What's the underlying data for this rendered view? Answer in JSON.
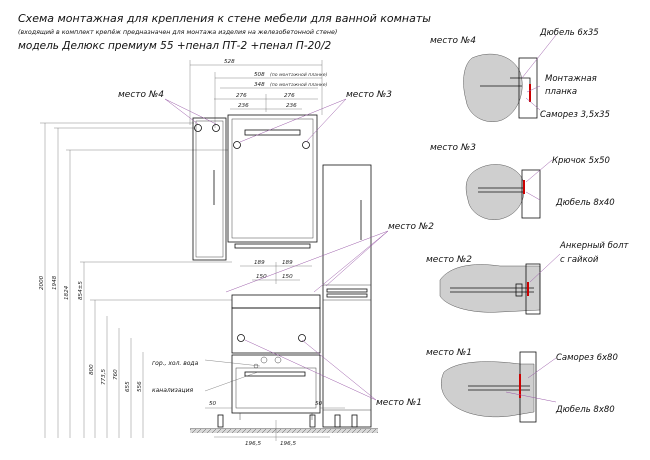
{
  "title": {
    "line1": "Схема монтажная для крепления к стене мебели для ванной комнаты",
    "line2": "(входящий в комплект крепёж предназначен для монтажа изделия на железобетонной стене)",
    "model": "модель Делюкс премиум 55 +пенал ПТ-2 +пенал П-20/2"
  },
  "dims": {
    "top": {
      "d528": "528",
      "d508": "508",
      "d508_note": "(по монтажной планке)",
      "d348": "348",
      "d348_note": "(по монтажной планке)",
      "d276a": "276",
      "d276b": "276",
      "d236a": "236",
      "d236b": "236"
    },
    "vertical": {
      "d2000": "2000",
      "d1948": "1948",
      "d1824": "1824",
      "d854": "854±5",
      "d800": "800",
      "d7735": "773,5",
      "d760": "760",
      "d655": "655",
      "d556": "556"
    },
    "middle": {
      "d189a": "189",
      "d189b": "189",
      "d150a": "150",
      "d150b": "150",
      "d50a": "50",
      "d50b": "50",
      "d1965a": "196,5",
      "d1965b": "196,5"
    }
  },
  "labels": {
    "cold_water": "гор., хол. вода",
    "sewer": "канализация"
  },
  "places": {
    "p4": "место №4",
    "p3": "место №3",
    "p2": "место №2",
    "p1": "место №1"
  },
  "details": {
    "d4": {
      "title": "место №4",
      "dowel": "Дюбель 6х35",
      "plank1": "Монтажная",
      "plank2": "планка",
      "screw": "Саморез 3,5х35"
    },
    "d3": {
      "title": "место №3",
      "hook": "Крючок 5х50",
      "dowel": "Дюбель 8х40"
    },
    "d2": {
      "title": "место №2",
      "bolt1": "Анкерный болт",
      "bolt2": "с гайкой"
    },
    "d1": {
      "title": "место №1",
      "screw": "Саморез 6х80",
      "dowel": "Дюбель 8х80"
    }
  }
}
